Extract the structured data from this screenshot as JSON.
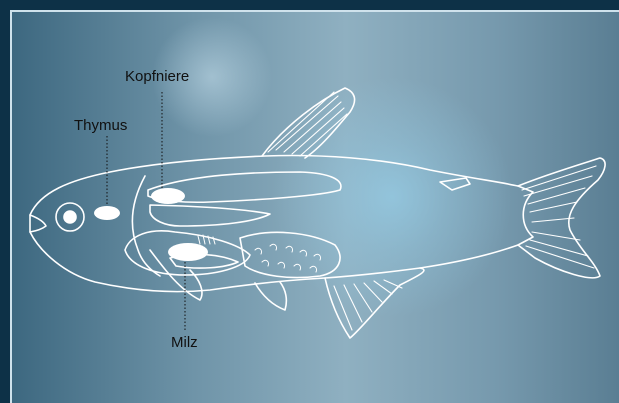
{
  "labels": {
    "kopfniere": "Kopfniere",
    "thymus": "Thymus",
    "milz": "Milz"
  },
  "colors": {
    "background_dark": "#0d3147",
    "panel_mid": "#8fb0c1",
    "outline": "#ffffff",
    "organ_fill": "#ffffff",
    "label_text": "#111111"
  }
}
